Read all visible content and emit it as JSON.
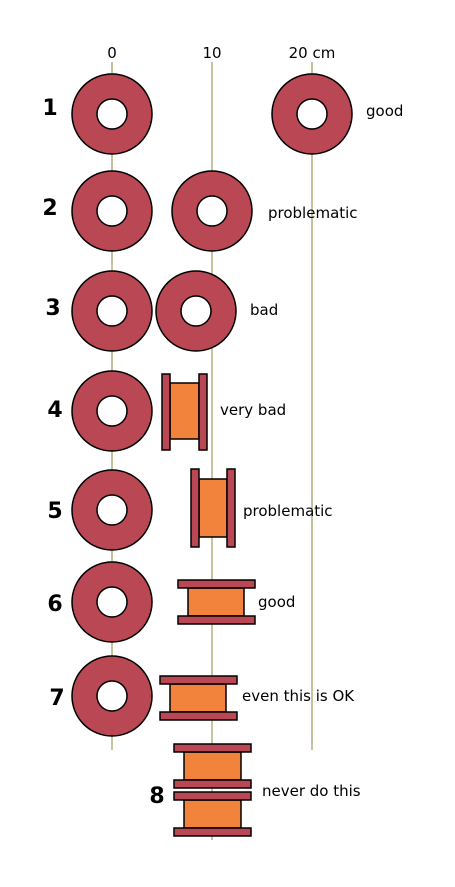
{
  "axis": {
    "ticks": [
      "0",
      "10",
      "20 cm"
    ]
  },
  "colors": {
    "ring_fill": "#b94854",
    "ring_stroke": "#000000",
    "hole_fill": "#ffffff",
    "guide_line": "#8c8a3c",
    "flange_fill": "#b94854",
    "core_fill": "#f2833c"
  },
  "rows": [
    {
      "number": "1",
      "label": "good"
    },
    {
      "number": "2",
      "label": "problematic"
    },
    {
      "number": "3",
      "label": "bad"
    },
    {
      "number": "4",
      "label": "very bad"
    },
    {
      "number": "5",
      "label": "problematic"
    },
    {
      "number": "6",
      "label": "good"
    },
    {
      "number": "7",
      "label": "even this is OK"
    },
    {
      "number": "8",
      "label": "never do this"
    }
  ]
}
